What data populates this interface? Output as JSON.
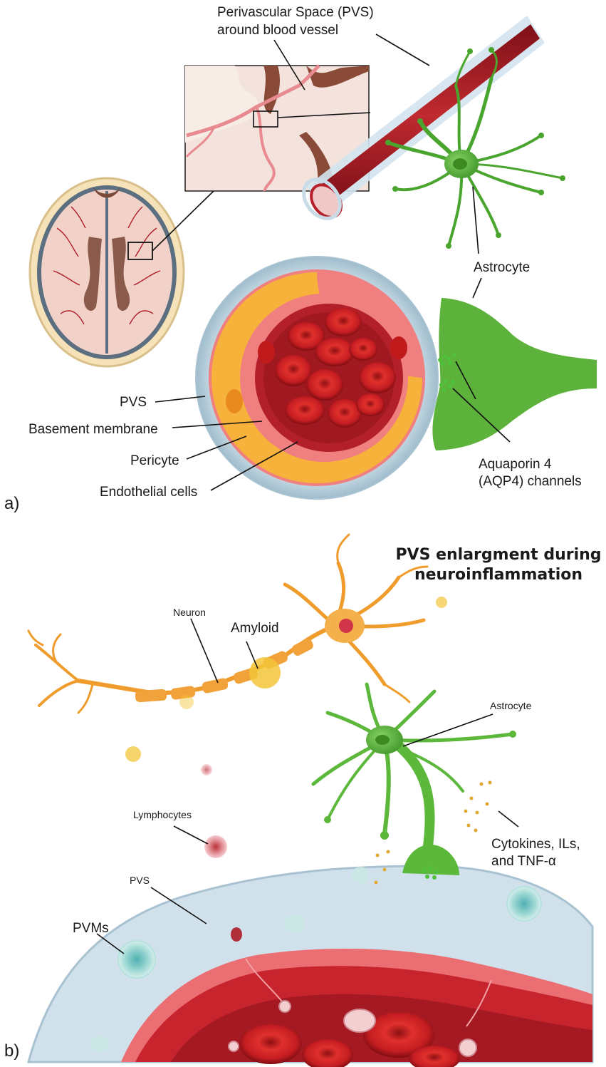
{
  "panel_a": {
    "panel_label": "a)",
    "pvs_vessel_label_line1": "Perivascular Space (PVS)",
    "pvs_vessel_label_line2": "around blood vessel",
    "astrocyte_label": "Astrocyte",
    "pvs_label": "PVS",
    "basement_membrane_label": "Basement membrane",
    "pericyte_label": "Pericyte",
    "endothelial_label": "Endothelial cells",
    "aqp4_label_line1": "Aquaporin 4",
    "aqp4_label_line2": "(AQP4) channels"
  },
  "panel_b": {
    "panel_label": "b)",
    "title_line1": "PVS enlargment during",
    "title_line2": "neuroinflammation",
    "neuron_label": "Neuron",
    "amyloid_label": "Amyloid",
    "astrocyte_label": "Astrocyte",
    "lymphocytes_label": "Lymphocytes",
    "cytokines_line1": "Cytokines, ILs,",
    "cytokines_line2": "and TNF-α",
    "pvs_label": "PVS",
    "pvms_label": "PVMs"
  },
  "colors": {
    "vessel_red": "#b0202c",
    "blood_cell_red": "#d42a2a",
    "pvs_blue": "#c9dde8",
    "astrocyte_green": "#5cb83a",
    "neuron_orange": "#f0a030",
    "pericyte_yellow": "#f6b23a",
    "basement_pink": "#f07a7a",
    "brain_pink": "#f3d6cc"
  }
}
